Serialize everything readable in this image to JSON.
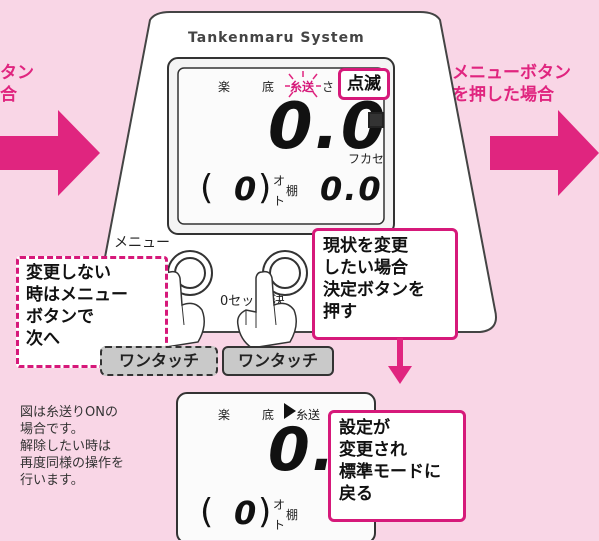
{
  "left_partial_text": [
    "タン",
    "合"
  ],
  "device_brand": "Tankenmaru System",
  "lcd": {
    "labels": [
      "楽",
      "底",
      "糸送",
      "さ"
    ],
    "big_digits": "0.0",
    "fukase": "フカセ",
    "paren_open": "(",
    "paren_close": ")",
    "small_digit": "0",
    "ota_top": "オ",
    "ota_mid": "棚",
    "ota_bottom": "ト",
    "right_digits": "0.0"
  },
  "blink_label": "点滅",
  "right_text": [
    "メニューボタン",
    "を押した場合"
  ],
  "menu_label": "メニュー",
  "zero_set_label": "0セット/決",
  "callout_no_change": [
    "変更しない",
    "時はメニュー",
    "ボタンで",
    "次へ"
  ],
  "callout_change": [
    "現状を変更",
    "したい場合",
    "決定ボタンを",
    "押す"
  ],
  "one_touch_left": "ワンタッチ",
  "one_touch_right": "ワンタッチ",
  "note": [
    "図は糸送りONの",
    "場合です。",
    "解除したい時は",
    "再度同様の操作を",
    "行います。"
  ],
  "lcd2": {
    "labels": [
      "楽",
      "底",
      "糸送"
    ],
    "big_digits": "0.0",
    "paren_open": "(",
    "paren_close": ")",
    "small_digit": "0",
    "ota_top": "オ",
    "ota_mid": "棚",
    "ota_bottom": "ト"
  },
  "result_box": [
    "設定が",
    "変更され",
    "標準モードに",
    "戻る"
  ],
  "colors": {
    "background": "#f9d6e6",
    "accent": "#d6197a",
    "arrow": "#e0257f"
  }
}
